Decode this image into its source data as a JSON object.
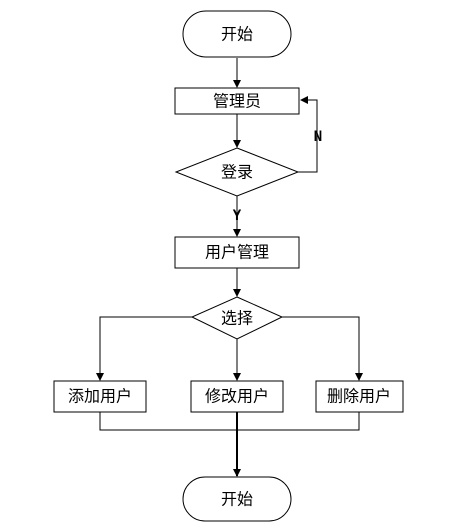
{
  "flowchart": {
    "start": {
      "label": "开始"
    },
    "admin": {
      "label": "管理员"
    },
    "login": {
      "label": "登录"
    },
    "login_no": {
      "label": "N"
    },
    "login_yes": {
      "label": "Y"
    },
    "user_mgmt": {
      "label": "用户管理"
    },
    "choose": {
      "label": "选择"
    },
    "add_user": {
      "label": "添加用户"
    },
    "modify_user": {
      "label": "修改用户"
    },
    "delete_user": {
      "label": "删除用户"
    },
    "end": {
      "label": "开始"
    }
  }
}
